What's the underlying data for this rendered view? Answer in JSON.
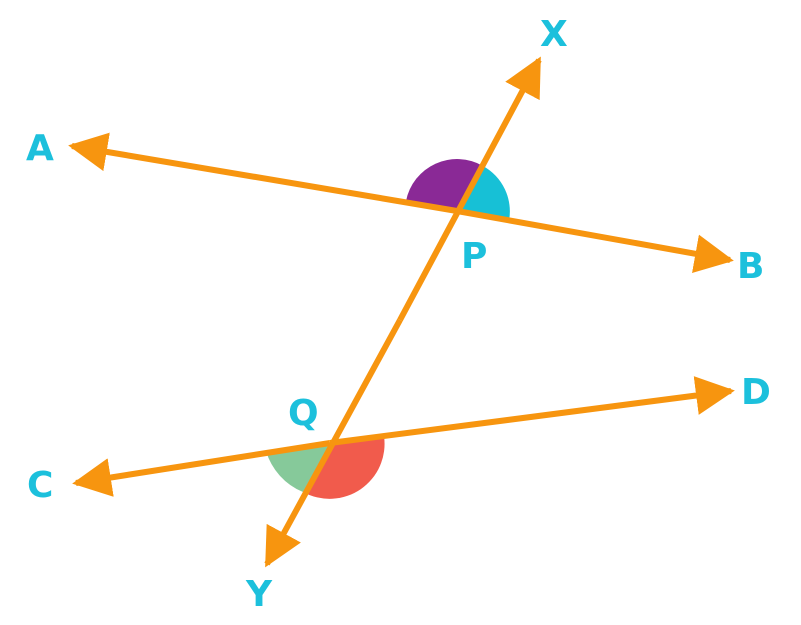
{
  "labels": {
    "A": "A",
    "B": "B",
    "C": "C",
    "D": "D",
    "X": "X",
    "Y": "Y",
    "P": "P",
    "Q": "Q"
  },
  "colors": {
    "line": "#f7950f",
    "label": "#1cc0dc",
    "angle_purple": "#8a2996",
    "angle_cyan": "#17c0d6",
    "angle_green": "#86c99a",
    "angle_red": "#f15b4c"
  }
}
